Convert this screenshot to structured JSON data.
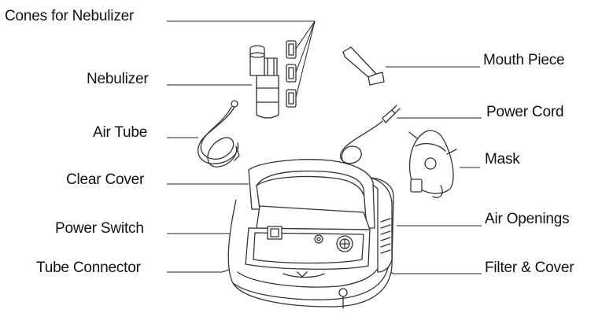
{
  "labels": {
    "cones": "Cones for Nebulizer",
    "nebulizer": "Nebulizer",
    "air_tube": "Air Tube",
    "clear_cover": "Clear Cover",
    "power_switch": "Power Switch",
    "tube_connector": "Tube Connector",
    "mouth_piece": "Mouth Piece",
    "power_cord": "Power Cord",
    "mask": "Mask",
    "air_openings": "Air Openings",
    "filter_cover": "Filter & Cover"
  }
}
